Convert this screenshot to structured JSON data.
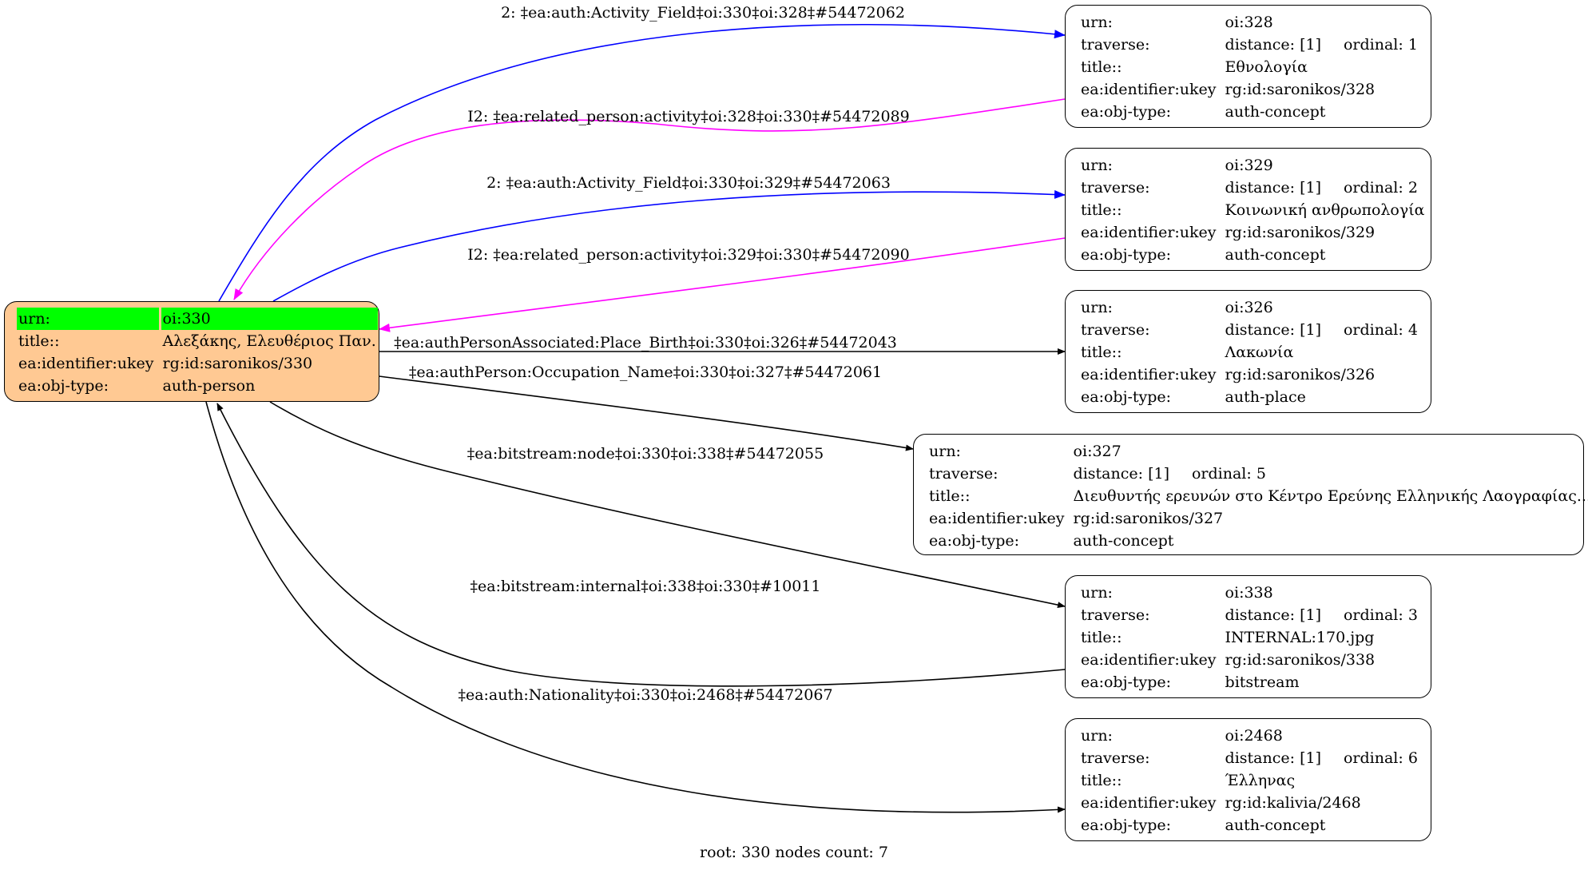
{
  "caption": "root: 330 nodes count: 7",
  "colors": {
    "root_fill": "#ffc993",
    "root_highlight": "#00ff00",
    "edge_forward": "#0000ff",
    "edge_inverse": "#ff00ff",
    "edge_default": "#000000"
  },
  "root": {
    "id": "330",
    "rows": [
      {
        "key": "urn:",
        "value": "oi:330",
        "highlight": true
      },
      {
        "key": "title::",
        "value": "Αλεξάκης, Ελευθέριος Παν."
      },
      {
        "key": "ea:identifier:ukey",
        "value": "rg:id:saronikos/330"
      },
      {
        "key": "ea:obj-type:",
        "value": "auth-person"
      }
    ]
  },
  "nodes": [
    {
      "id": "328",
      "urn": "oi:328",
      "distance": "distance: [1]",
      "ordinal": "ordinal: 1",
      "title": "Εθνολογία",
      "ukey": "rg:id:saronikos/328",
      "obj_type": "auth-concept"
    },
    {
      "id": "329",
      "urn": "oi:329",
      "distance": "distance: [1]",
      "ordinal": "ordinal: 2",
      "title": "Κοινωνική ανθρωπολογία",
      "ukey": "rg:id:saronikos/329",
      "obj_type": "auth-concept"
    },
    {
      "id": "326",
      "urn": "oi:326",
      "distance": "distance: [1]",
      "ordinal": "ordinal: 4",
      "title": "Λακωνία",
      "ukey": "rg:id:saronikos/326",
      "obj_type": "auth-place"
    },
    {
      "id": "327",
      "urn": "oi:327",
      "distance": "distance: [1]",
      "ordinal": "ordinal: 5",
      "title": "Διευθυντής ερευνών στο Κέντρο Ερεύνης Ελληνικής Λαογραφίας...",
      "ukey": "rg:id:saronikos/327",
      "obj_type": "auth-concept"
    },
    {
      "id": "338",
      "urn": "oi:338",
      "distance": "distance: [1]",
      "ordinal": "ordinal: 3",
      "title": "INTERNAL:170.jpg",
      "ukey": "rg:id:saronikos/338",
      "obj_type": "bitstream"
    },
    {
      "id": "2468",
      "urn": "oi:2468",
      "distance": "distance: [1]",
      "ordinal": "ordinal: 6",
      "title": "Έλληνας",
      "ukey": "rg:id:kalivia/2468",
      "obj_type": "auth-concept"
    }
  ],
  "row_keys": {
    "urn": "urn:",
    "traverse": "traverse:",
    "title": "title::",
    "ukey": "ea:identifier:ukey",
    "obj_type": "ea:obj-type:"
  },
  "edges": [
    {
      "from": "330",
      "to": "328",
      "kind": "forward",
      "label": "2: ‡ea:auth:Activity_Field‡oi:330‡oi:328‡#54472062"
    },
    {
      "from": "328",
      "to": "330",
      "kind": "inverse",
      "label": "I2: ‡ea:related_person:activity‡oi:328‡oi:330‡#54472089"
    },
    {
      "from": "330",
      "to": "329",
      "kind": "forward",
      "label": "2: ‡ea:auth:Activity_Field‡oi:330‡oi:329‡#54472063"
    },
    {
      "from": "329",
      "to": "330",
      "kind": "inverse",
      "label": "I2: ‡ea:related_person:activity‡oi:329‡oi:330‡#54472090"
    },
    {
      "from": "330",
      "to": "326",
      "kind": "default",
      "label": "‡ea:authPersonAssociated:Place_Birth‡oi:330‡oi:326‡#54472043"
    },
    {
      "from": "330",
      "to": "327",
      "kind": "default",
      "label": "‡ea:authPerson:Occupation_Name‡oi:330‡oi:327‡#54472061"
    },
    {
      "from": "330",
      "to": "338",
      "kind": "default",
      "label": "‡ea:bitstream:node‡oi:330‡oi:338‡#54472055"
    },
    {
      "from": "338",
      "to": "330",
      "kind": "default",
      "label": "‡ea:bitstream:internal‡oi:338‡oi:330‡#10011"
    },
    {
      "from": "330",
      "to": "2468",
      "kind": "default",
      "label": "‡ea:auth:Nationality‡oi:330‡oi:2468‡#54472067"
    }
  ]
}
